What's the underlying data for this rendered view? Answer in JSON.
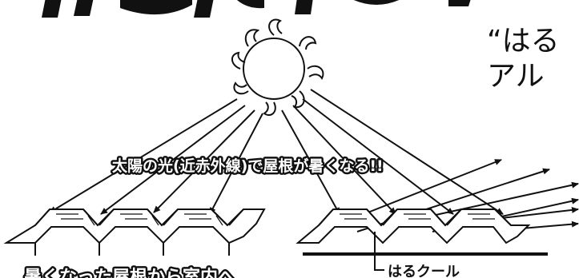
{
  "headline": {
    "line1": "“はる",
    "line2": "アル"
  },
  "main_caption": "太陽の光(近赤外線)で屋根が暑くなる!!",
  "left_caption": "暑くなった屋根から室内へ",
  "right_caption": "はるクール",
  "colors": {
    "ink": "#111111",
    "background": "#ffffff"
  },
  "icons": [
    "sun-icon"
  ]
}
